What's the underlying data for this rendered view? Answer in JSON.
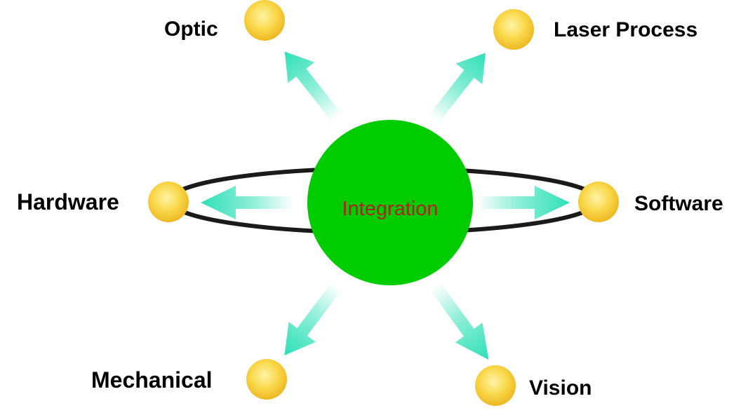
{
  "center": {
    "label": "Integration"
  },
  "nodes": [
    {
      "id": "optic",
      "label": "Optic"
    },
    {
      "id": "laser-process",
      "label": "Laser Process"
    },
    {
      "id": "hardware",
      "label": "Hardware"
    },
    {
      "id": "software",
      "label": "Software"
    },
    {
      "id": "mechanical",
      "label": "Mechanical"
    },
    {
      "id": "vision",
      "label": "Vision"
    }
  ],
  "colors": {
    "center_fill": "#00cc00",
    "center_text": "#b22222",
    "node_fill": "#f7d23e",
    "node_stroke": "#e8b91e",
    "arrow": "#2ee0b6",
    "orbit": "#1a1a1a",
    "label_text": "#000000"
  }
}
